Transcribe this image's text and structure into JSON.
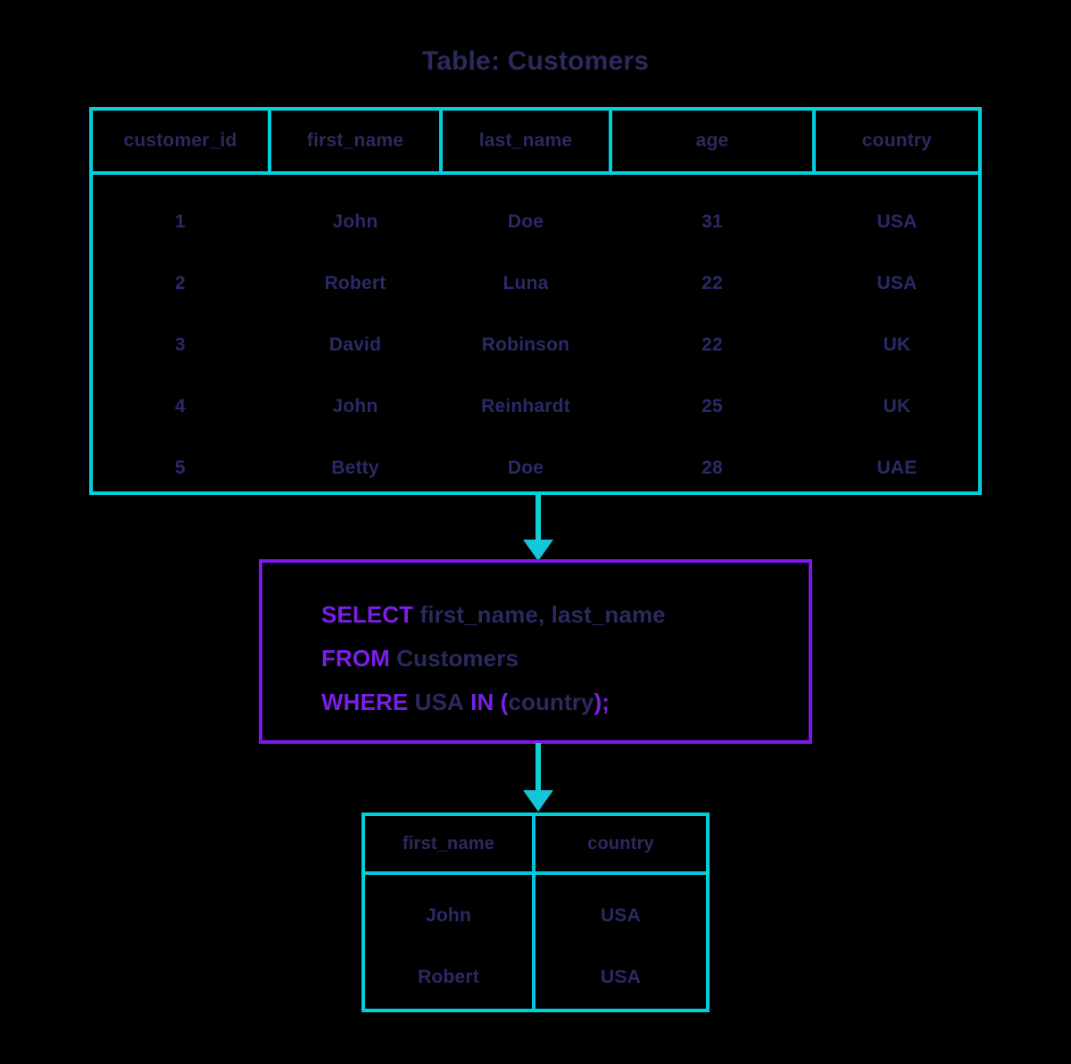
{
  "title": "Table: Customers",
  "colors": {
    "background": "#000000",
    "table_border": "#00cfdd",
    "arrow": "#0dd3d3",
    "query_border": "#7b18ea",
    "keyword": "#7b1fe8",
    "text": "#2a2a5e"
  },
  "source_table": {
    "name": "Customers",
    "columns": [
      "customer_id",
      "first_name",
      "last_name",
      "age",
      "country"
    ],
    "rows": [
      [
        "1",
        "John",
        "Doe",
        "31",
        "USA"
      ],
      [
        "2",
        "Robert",
        "Luna",
        "22",
        "USA"
      ],
      [
        "3",
        "David",
        "Robinson",
        "22",
        "UK"
      ],
      [
        "4",
        "John",
        "Reinhardt",
        "25",
        "UK"
      ],
      [
        "5",
        "Betty",
        "Doe",
        "28",
        "UAE"
      ]
    ]
  },
  "query": {
    "line1": {
      "keyword": "SELECT",
      "rest": " first_name, last_name"
    },
    "line2": {
      "keyword": "FROM",
      "rest": " Customers"
    },
    "line3": {
      "keyword": "WHERE",
      "value": "USA",
      "operator": "IN",
      "open_paren": "(",
      "column": "country",
      "close_paren": ");"
    },
    "full_text": "SELECT first_name, last_name FROM Customers WHERE USA IN (country);"
  },
  "result_table": {
    "columns": [
      "first_name",
      "country"
    ],
    "rows": [
      [
        "John",
        "USA"
      ],
      [
        "Robert",
        "USA"
      ]
    ]
  }
}
